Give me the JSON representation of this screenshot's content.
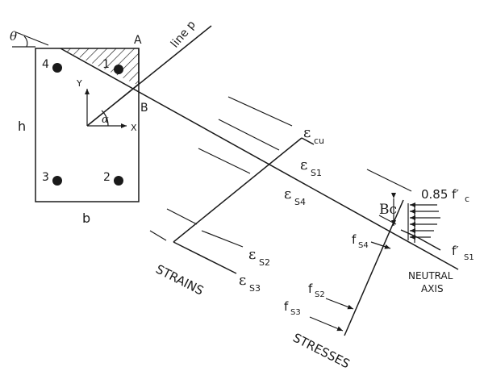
{
  "labels": {
    "theta": "θ",
    "point_a": "A",
    "point_b": "B",
    "line_p": "line p",
    "axis_y": "Y",
    "axis_x": "X",
    "alpha": "α",
    "height": "h",
    "width": "b",
    "bar_1": "1",
    "bar_2": "2",
    "bar_3": "3",
    "bar_4": "4",
    "eps": "ε",
    "sub_cu": "cu",
    "sub_s1": "S1",
    "sub_s2": "S2",
    "sub_s3": "S3",
    "sub_s4": "S4",
    "strains": "STRAINS",
    "stresses": "STRESSES",
    "f": "f",
    "sub_f_s2": "S2",
    "sub_f_s3": "S3",
    "sub_f_s4": "S4",
    "stress_block": "0.85 f′",
    "sub_c": "c",
    "f_prime": "f′",
    "sub_f_prime_s1": "S1",
    "beta_c": "Bc",
    "neutral_axis_line1": "NEUTRAL",
    "neutral_axis_line2": "AXIS"
  }
}
